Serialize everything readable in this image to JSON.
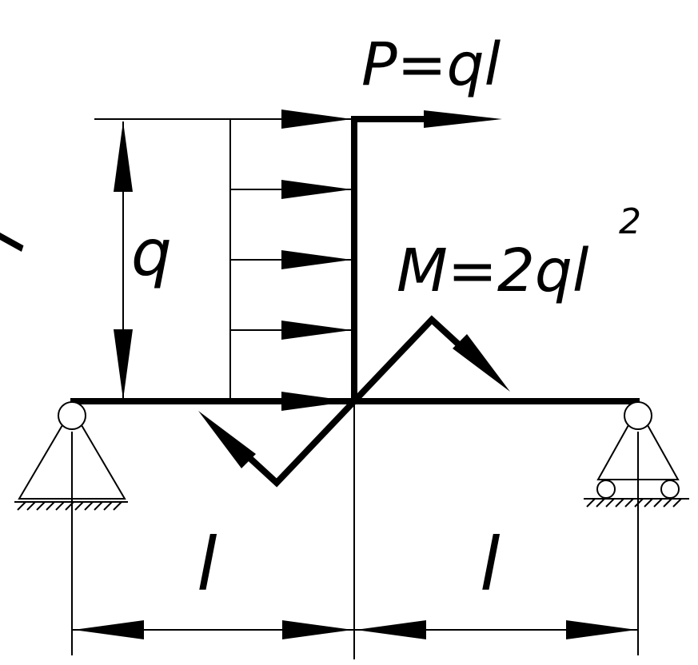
{
  "labels": {
    "force": "P=ql",
    "moment_base": "M=2ql",
    "moment_exp": "2",
    "distributed_load": "q",
    "height": "l",
    "span_left": "l",
    "span_right": "l"
  },
  "colors": {
    "ink": "#000000",
    "background": "#ffffff"
  }
}
